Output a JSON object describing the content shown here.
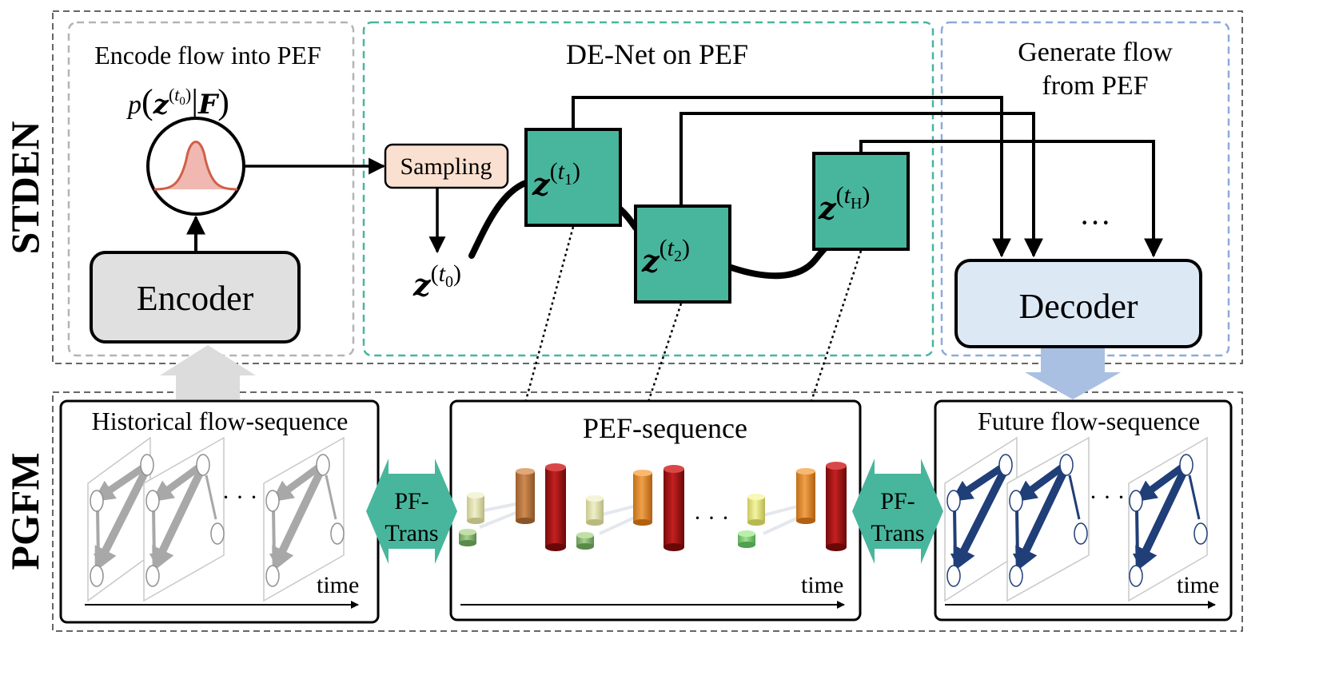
{
  "side_labels": {
    "top": "STDEN",
    "bottom": "PGFM"
  },
  "encode_panel": {
    "title": "Encode flow into PEF",
    "formula_prefix": "p",
    "formula_z": "z",
    "formula_sub": "t",
    "formula_subsub": "0",
    "formula_given": "F",
    "encoder_label": "Encoder"
  },
  "denet_panel": {
    "title": "DE-Net on PEF",
    "sampling_label": "Sampling",
    "z_symbol": "z",
    "t_symbol": "t",
    "t0_sub": "0",
    "t1_sub": "1",
    "t2_sub": "2",
    "tH_sub": "H"
  },
  "generate_panel": {
    "title_line1": "Generate flow",
    "title_line2": "from PEF",
    "dots": "···",
    "decoder_label": "Decoder"
  },
  "hist_panel": {
    "title": "Historical flow-sequence",
    "time_label": "time",
    "dots": "· · ·"
  },
  "pef_panel": {
    "title": "PEF-sequence",
    "time_label": "time",
    "dots": "· · ·"
  },
  "future_panel": {
    "title": "Future flow-sequence",
    "time_label": "time",
    "dots": "· · ·"
  },
  "pf_trans": {
    "line1": "PF-",
    "line2": "Trans"
  },
  "colors": {
    "teal": "#48b69c",
    "teal_dashed": "#48b69c",
    "gray_dashed": "#b4b4b4",
    "blue_dashed": "#8eaad8",
    "encoder_fill": "#e0e0e0",
    "decoder_fill": "#dde8f5",
    "sampling_fill": "#fae0d0",
    "gauss_fill": "#f0b8b0",
    "gauss_line": "#d06048",
    "hist_arrow": "#a8a8a8",
    "future_arrow": "#203e78",
    "up_arrow": "#dcdcdc",
    "down_arrow": "#aac0e2"
  }
}
